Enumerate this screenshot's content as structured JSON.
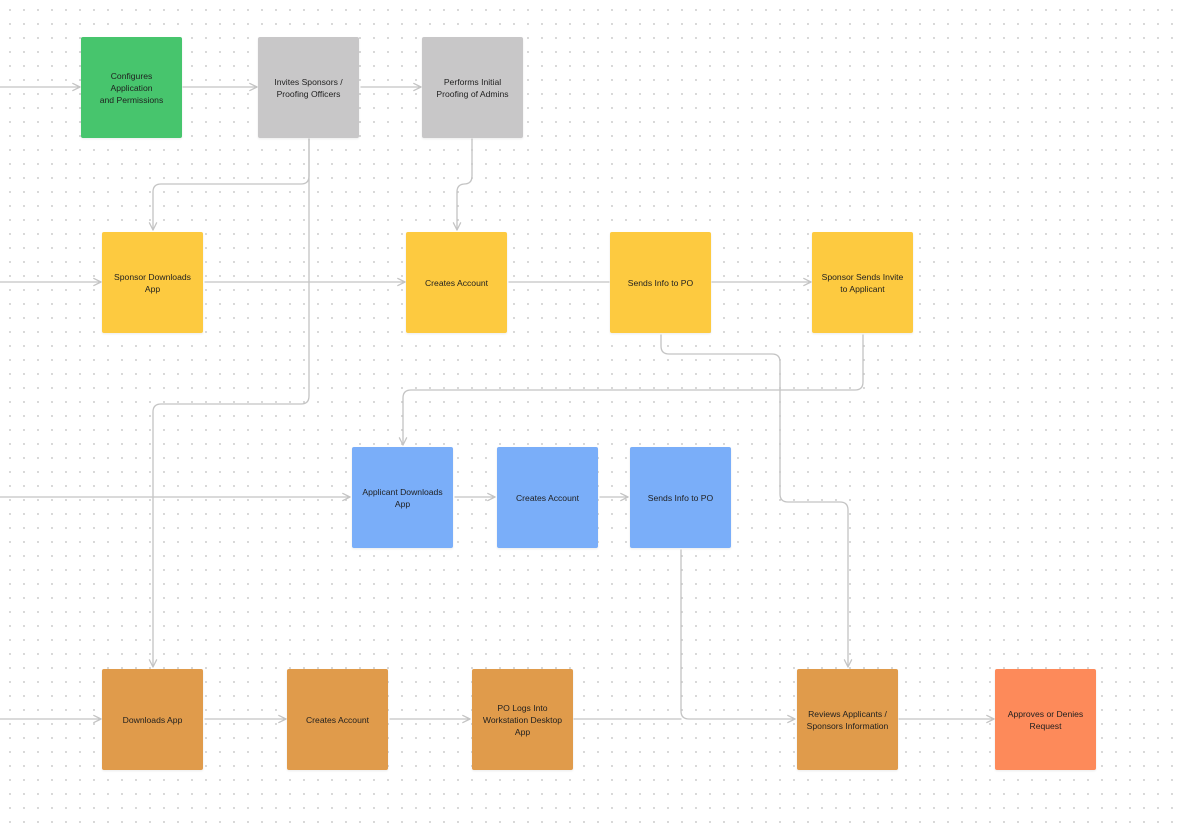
{
  "colors": {
    "green": "#47c56d",
    "gray": "#c8c7c8",
    "yellow": "#fdca40",
    "blue": "#7aaef9",
    "orange": "#e09b4b",
    "coral": "#fd8a5a",
    "connector": "#c4c4c4"
  },
  "nodes": {
    "configures_app": {
      "label": "Configures Application\nand Permissions",
      "color": "green"
    },
    "invites_sponsors": {
      "label": "Invites Sponsors /\nProofing Officers",
      "color": "gray"
    },
    "initial_proofing": {
      "label": "Performs Initial\nProofing of Admins",
      "color": "gray"
    },
    "sponsor_downloads": {
      "label": "Sponsor Downloads\nApp",
      "color": "yellow"
    },
    "sponsor_creates_account": {
      "label": "Creates Account",
      "color": "yellow"
    },
    "sponsor_sends_info": {
      "label": "Sends Info to PO",
      "color": "yellow"
    },
    "sponsor_sends_invite": {
      "label": "Sponsor Sends Invite\nto Applicant",
      "color": "yellow"
    },
    "applicant_downloads": {
      "label": "Applicant Downloads\nApp",
      "color": "blue"
    },
    "applicant_creates_account": {
      "label": "Creates Account",
      "color": "blue"
    },
    "applicant_sends_info": {
      "label": "Sends Info to PO",
      "color": "blue"
    },
    "po_downloads": {
      "label": "Downloads App",
      "color": "orange"
    },
    "po_creates_account": {
      "label": "Creates Account",
      "color": "orange"
    },
    "po_logs_in": {
      "label": "PO Logs Into\nWorkstation Desktop\nApp",
      "color": "orange"
    },
    "reviews_info": {
      "label": "Reviews Applicants /\nSponsors Information",
      "color": "orange"
    },
    "approves_denies": {
      "label": "Approves or Denies\nRequest",
      "color": "coral"
    }
  }
}
